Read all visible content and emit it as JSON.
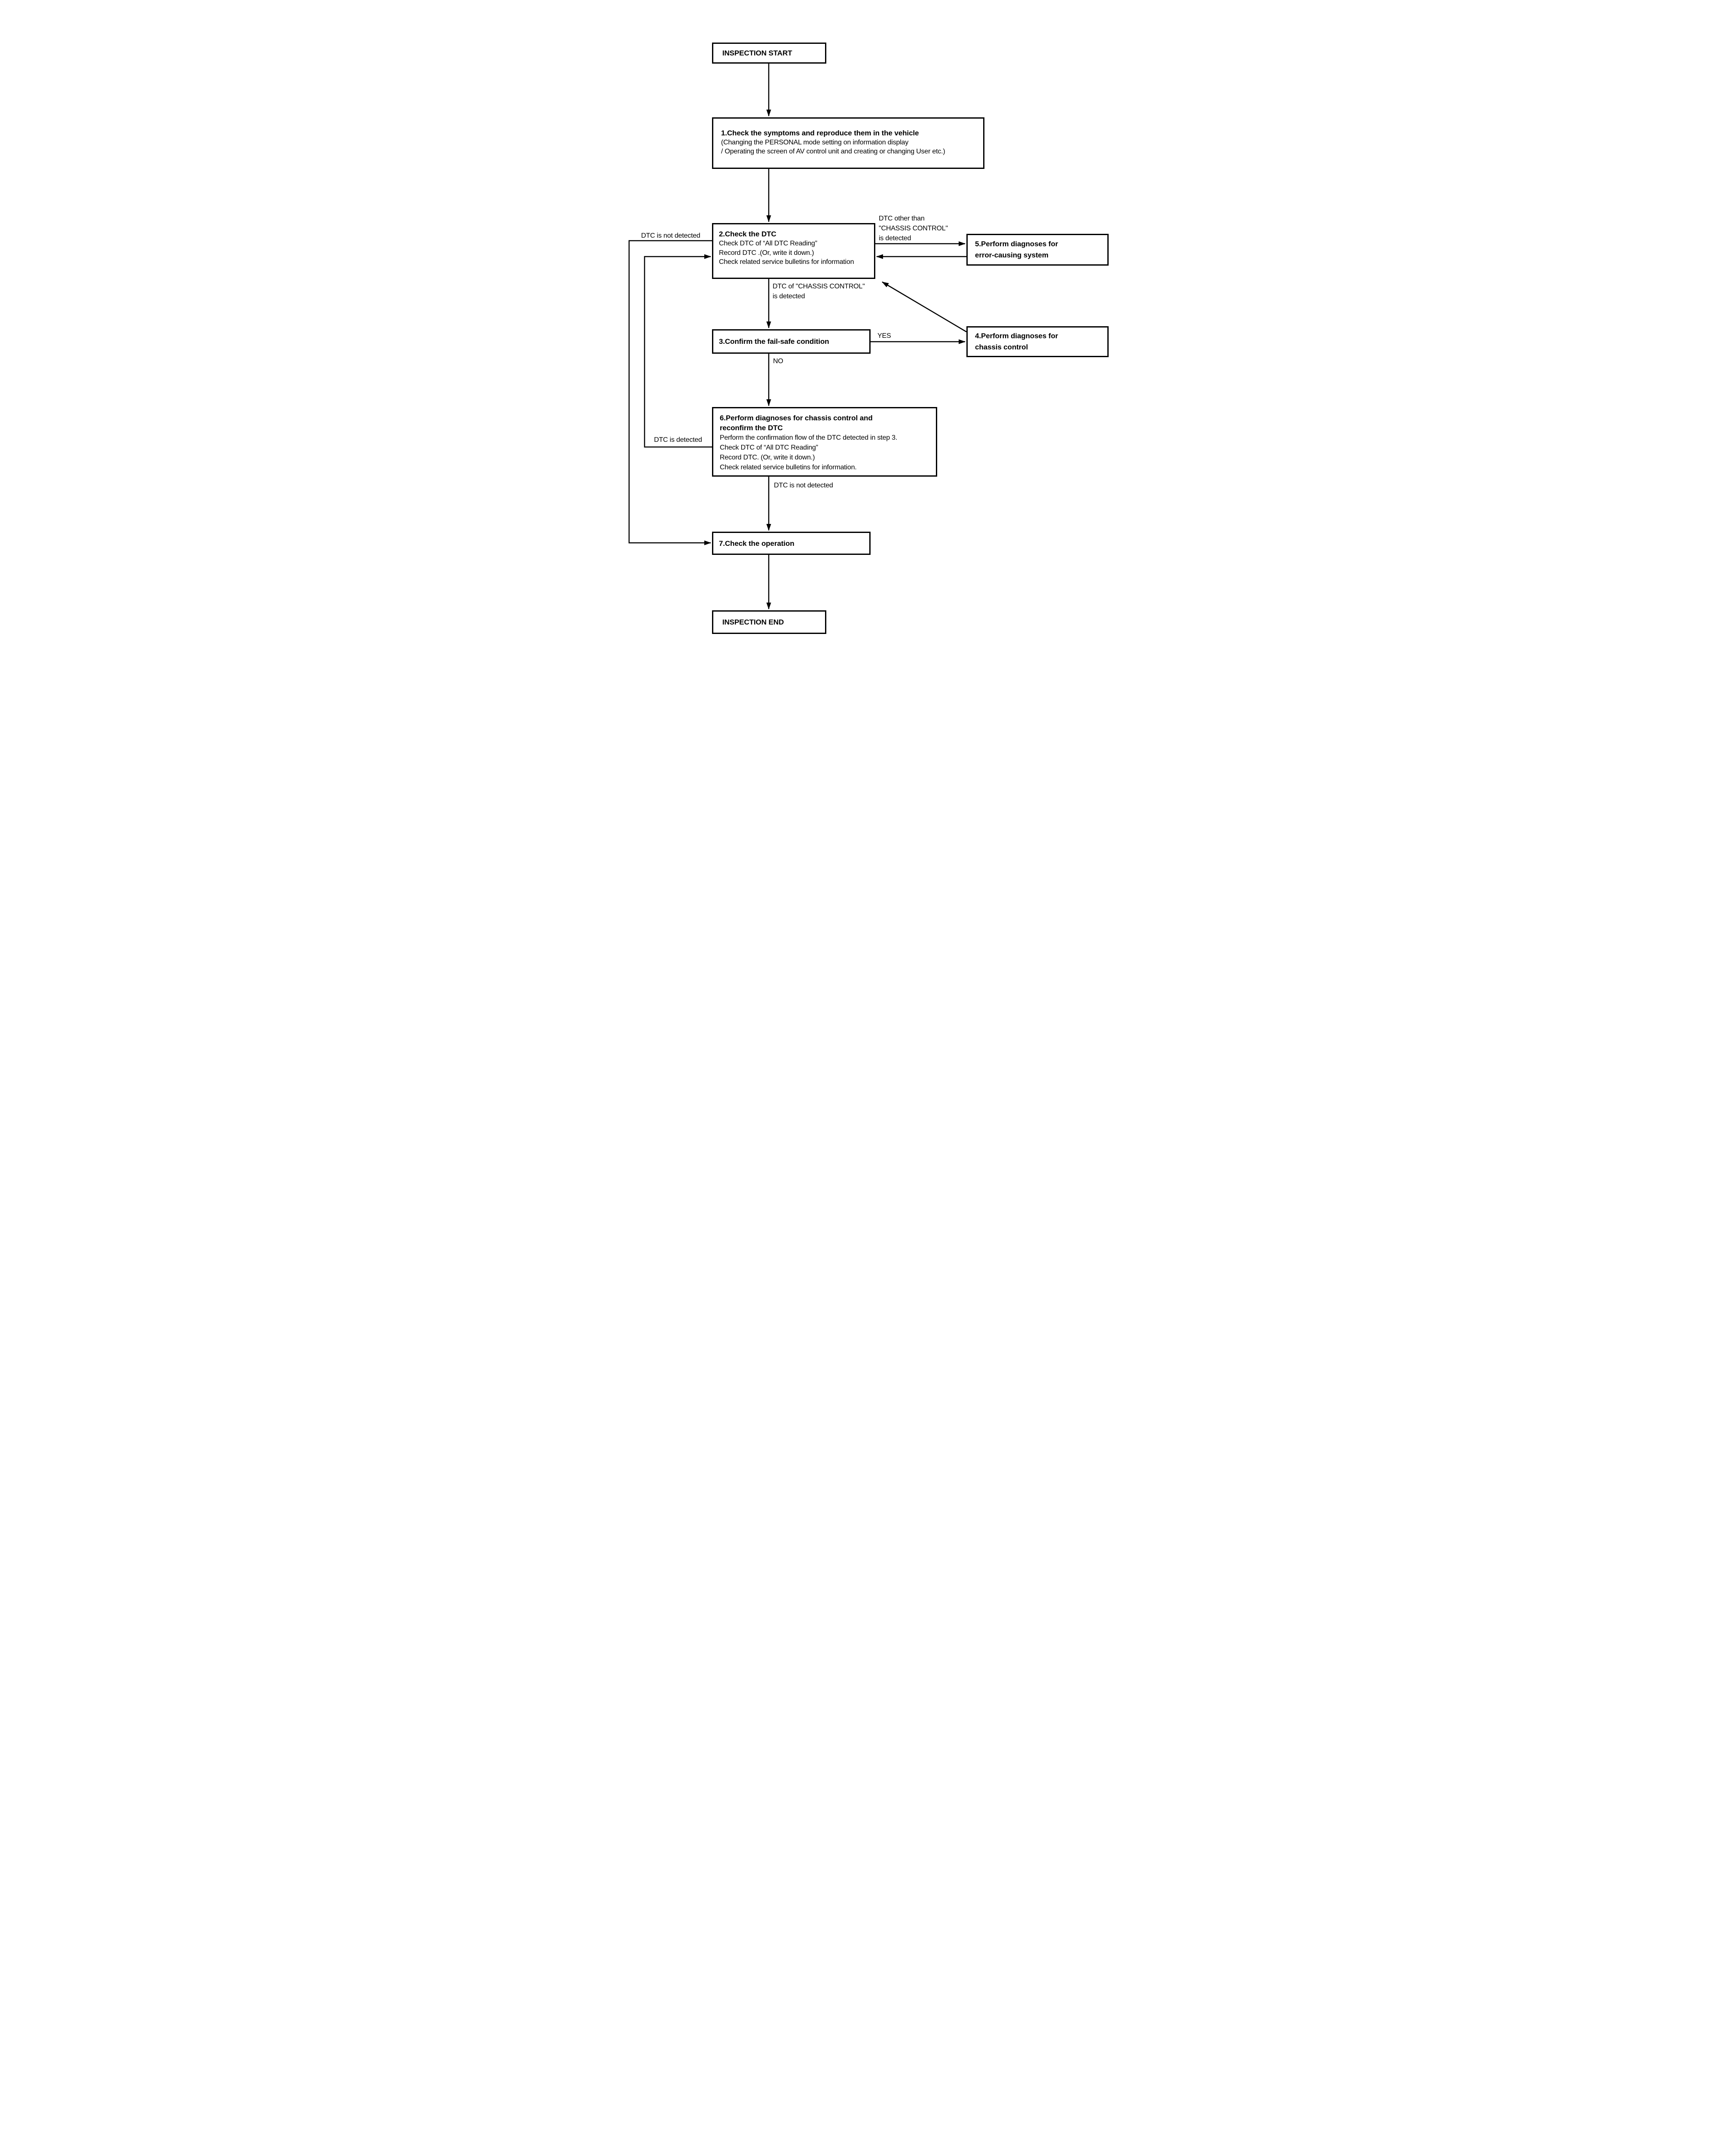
{
  "page": {
    "background": "#ffffff",
    "line_color": "#000000",
    "text_color": "#000000"
  },
  "nodes": {
    "start": {
      "title_lines": [
        "INSPECTION START"
      ]
    },
    "step1": {
      "title_lines": [
        "1.Check the symptoms and reproduce them in the vehicle"
      ],
      "body_lines": [
        "(Changing the PERSONAL mode setting on information display",
        "/ Operating the screen of AV control unit and creating or changing User etc.)"
      ]
    },
    "step2": {
      "title_lines": [
        "2.Check the DTC"
      ],
      "body_lines": [
        "Check DTC of “All DTC Reading”",
        "Record DTC .(Or, write it down.)",
        "Check related service bulletins for information"
      ]
    },
    "step3": {
      "title_lines": [
        "3.Confirm the fail-safe condition"
      ]
    },
    "step4": {
      "title_lines": [
        "4.Perform diagnoses for",
        "chassis control"
      ]
    },
    "step5": {
      "title_lines": [
        "5.Perform diagnoses for",
        "error-causing system"
      ]
    },
    "step6": {
      "title_lines": [
        "6.Perform diagnoses for chassis control and",
        "reconfirm the DTC"
      ],
      "body_lines": [
        "Perform the confirmation flow of the DTC detected in step 3.",
        "Check DTC of “All DTC Reading”",
        "Record DTC. (Or, write it down.)",
        "Check related service bulletins for information."
      ]
    },
    "step7": {
      "title_lines": [
        "7.Check the operation"
      ]
    },
    "end": {
      "title_lines": [
        "INSPECTION END"
      ]
    }
  },
  "edge_labels": {
    "dtc_not_detected_left": "DTC is not detected",
    "dtc_other_than_chassis": [
      "DTC other than",
      "\"CHASSIS CONTROL\"",
      "is detected"
    ],
    "dtc_of_chassis_detected": [
      "DTC of \"CHASSIS CONTROL\"",
      "is detected"
    ],
    "yes": "YES",
    "no": "NO",
    "dtc_is_detected": "DTC is detected",
    "dtc_not_detected_bottom": "DTC is not detected"
  }
}
